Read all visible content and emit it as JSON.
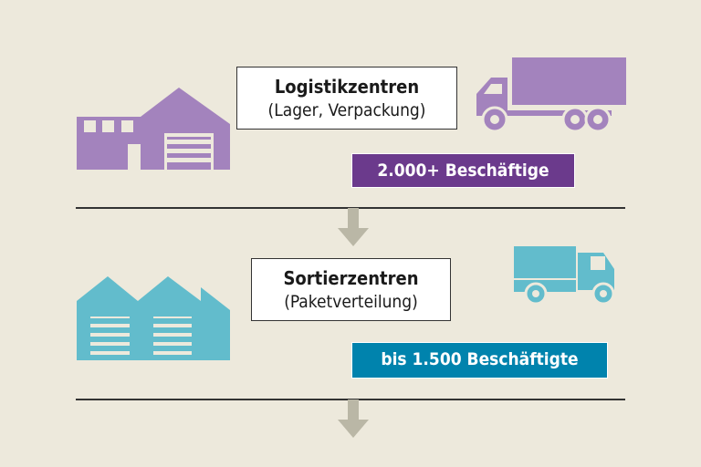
{
  "sections": [
    {
      "title": "Logistikzentren",
      "subtitle": "(Lager, Verpackung)",
      "badge": "2.000+ Beschäftige",
      "color": "#a383bd",
      "badge_color": "#6b3a8c"
    },
    {
      "title": "Sortierzentren",
      "subtitle": "(Paketverteilung)",
      "badge": "bis 1.500 Beschäftigte",
      "color": "#62bccc",
      "badge_color": "#0083ad"
    }
  ],
  "arrow_color": "#bab7a6"
}
